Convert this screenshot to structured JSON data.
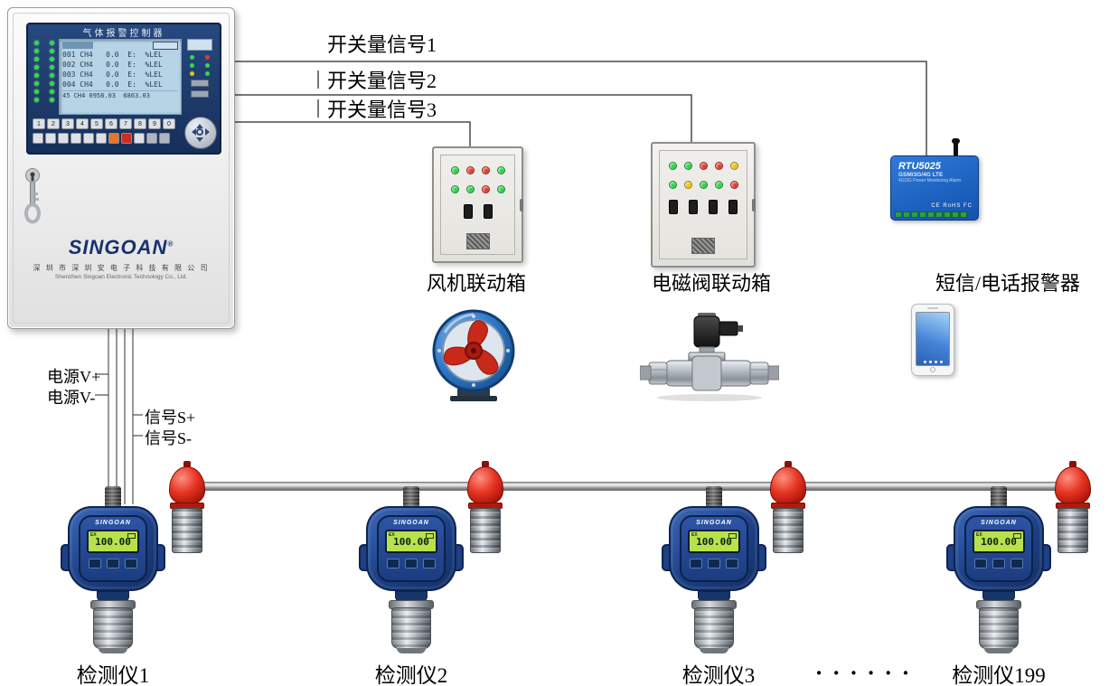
{
  "controller": {
    "title": "气体报警控制器",
    "logo": "SINGOAN",
    "reg": "®",
    "company_cn": "深 圳 市 深 圳 安 电 子 科 技 有 限 公 司",
    "company_en": "Shenzhen Singoan Electronic Technology Co., Ltd.",
    "lcd_rows": [
      "001 CH4   0.0  E:  %LEL",
      "002 CH4   0.0  E:  %LEL",
      "003 CH4   0.0  E:  %LEL",
      "004 CH4   0.0  E:  %LEL"
    ],
    "lcd_status": "45 CH4 0958.03  6863.03",
    "keypad": [
      "1",
      "2",
      "3",
      "4",
      "5",
      "6",
      "7",
      "8",
      "9",
      "0"
    ],
    "leds_left": [
      "#38d848",
      "#38d848",
      "#38d848",
      "#38d848",
      "#38d848",
      "#38d848",
      "#38d848",
      "#38d848",
      "#38d848",
      "#38d848",
      "#38d848",
      "#38d848",
      "#38d848",
      "#38d848",
      "#38d848",
      "#38d848"
    ],
    "leds_right": [
      "#38d848",
      "#e23c2e",
      "#38d848",
      "#38d848",
      "#e8c21a",
      "#38d848"
    ]
  },
  "signals": [
    "开关量信号1",
    "开关量信号2",
    "开关量信号3"
  ],
  "wires": [
    "电源V+",
    "电源V-",
    "信号S+",
    "信号S-"
  ],
  "equipment": {
    "fan_box": {
      "label": "风机联动箱",
      "lights": [
        [
          "#2ed24a",
          "#e03c2e",
          "#e03c2e",
          "#2ed24a"
        ],
        [
          "#2ed24a",
          "#2ed24a",
          "#e03c2e",
          "#2ed24a"
        ]
      ]
    },
    "valve_box": {
      "label": "电磁阀联动箱",
      "lights": [
        [
          "#2ed24a",
          "#2ed24a",
          "#e03c2e",
          "#e03c2e",
          "#eec11c"
        ],
        [
          "#2ed24a",
          "#eec11c",
          "#2ed24a",
          "#2ed24a",
          "#e03c2e"
        ]
      ]
    },
    "sms": {
      "label": "短信/电话报警器"
    },
    "rtu": {
      "model": "RTU5025",
      "line2": "GSM/3G/4G LTE",
      "line3": "4G/3G Power Monitoring Alarm",
      "certs": "CE RoHS FC"
    }
  },
  "detector": {
    "brand": "SINGOAN",
    "ex": "EX",
    "reading": "100.00"
  },
  "detector_labels": [
    "检测仪1",
    "检测仪2",
    "检测仪3",
    "检测仪199"
  ],
  "ellipsis": "· · · · · ·",
  "colors": {
    "detector_blue": "#1d3f85",
    "lcd_green": "#b9e14c",
    "beacon_red": "#d42616",
    "panel_navy": "#1c3f77",
    "lcd_blue": "#b7d3e6",
    "rtu_blue": "#1a63c8",
    "line_gray": "#4a4a4a"
  }
}
